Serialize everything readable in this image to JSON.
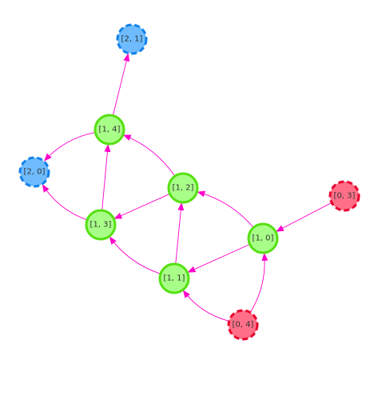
{
  "graph": {
    "colors": {
      "edge": "#ff00cc",
      "start_fill": "#ff7088",
      "start_stroke": "#e8002e",
      "end_fill": "#6ebcff",
      "end_stroke": "#1380e8",
      "mid_fill": "#a8ff88",
      "mid_stroke": "#55e011"
    },
    "nodes": [
      {
        "id": "n21",
        "label": "[2, 1]",
        "kind": "end"
      },
      {
        "id": "n14",
        "label": "[1, 4]",
        "kind": "mid"
      },
      {
        "id": "n20",
        "label": "[2, 0]",
        "kind": "end"
      },
      {
        "id": "n12",
        "label": "[1, 2]",
        "kind": "mid"
      },
      {
        "id": "n03",
        "label": "[0, 3]",
        "kind": "start"
      },
      {
        "id": "n13",
        "label": "[1, 3]",
        "kind": "mid"
      },
      {
        "id": "n10",
        "label": "[1, 0]",
        "kind": "mid"
      },
      {
        "id": "n11",
        "label": "[1, 1]",
        "kind": "mid"
      },
      {
        "id": "n04",
        "label": "[0, 4]",
        "kind": "start"
      }
    ],
    "edges": [
      {
        "from": "n14",
        "to": "n21"
      },
      {
        "from": "n14",
        "to": "n20"
      },
      {
        "from": "n13",
        "to": "n20"
      },
      {
        "from": "n13",
        "to": "n14"
      },
      {
        "from": "n12",
        "to": "n14"
      },
      {
        "from": "n12",
        "to": "n13"
      },
      {
        "from": "n11",
        "to": "n12"
      },
      {
        "from": "n11",
        "to": "n13"
      },
      {
        "from": "n10",
        "to": "n12"
      },
      {
        "from": "n10",
        "to": "n11"
      },
      {
        "from": "n03",
        "to": "n10"
      },
      {
        "from": "n04",
        "to": "n10"
      },
      {
        "from": "n04",
        "to": "n11"
      }
    ]
  }
}
